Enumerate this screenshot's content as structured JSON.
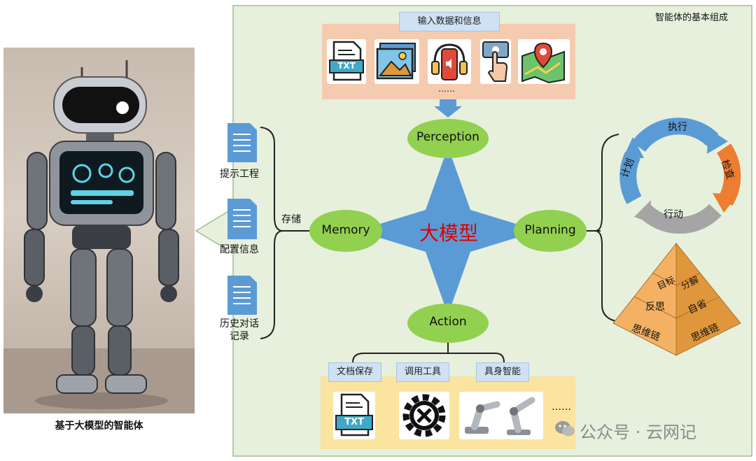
{
  "caption": "基于大模型的智能体",
  "panel_title": "智能体的基本组成",
  "input": {
    "tag": "输入数据和信息",
    "icons": [
      "txt-file-icon",
      "picture-icon",
      "audio-phone-icon",
      "touch-screen-icon",
      "map-pin-icon"
    ],
    "ellipsis": "……",
    "txt_label": "TXT"
  },
  "center": {
    "core": "大模型",
    "perception": "Perception",
    "memory": "Memory",
    "planning": "Planning",
    "action": "Action"
  },
  "memory": {
    "store_label": "存储",
    "items": [
      "提示工程",
      "配置信息",
      "历史对话\n记录"
    ]
  },
  "planning": {
    "cycle": [
      "执行",
      "检查",
      "行动",
      "计划"
    ],
    "pyramid": {
      "top": [
        "目标",
        "分解"
      ],
      "middle": [
        "反思",
        "自省"
      ],
      "bottom": [
        "思维链",
        "思维链"
      ]
    }
  },
  "action": {
    "tags": [
      "文档保存",
      "调用工具",
      "具身智能"
    ],
    "ellipsis": "……",
    "txt_label": "TXT"
  },
  "watermark": "公众号 · 云网记",
  "colors": {
    "panel_bg": "#e6f0dc",
    "node_green": "#92d050",
    "star_blue": "#5b9bd5",
    "core_red": "#e00000",
    "input_bg": "#f5cbb0",
    "action_bg": "#fbe4a0",
    "cycle_blue": "#5b9bd5",
    "cycle_orange": "#ed7d31",
    "cycle_gray": "#a5a5a5",
    "pyramid": "#f4b163"
  }
}
